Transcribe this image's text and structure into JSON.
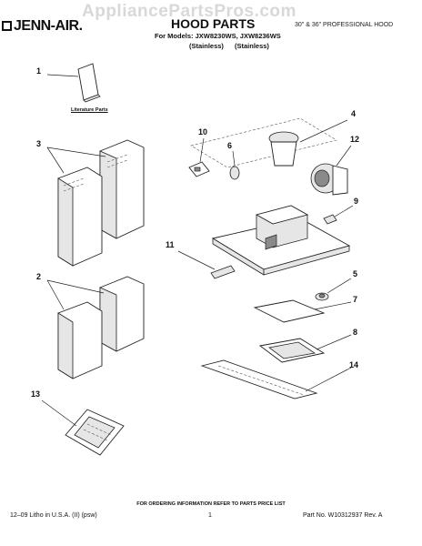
{
  "watermark": "AppliancePartsPros.com",
  "logo": {
    "text": "JENN-AIR."
  },
  "header": {
    "title": "HOOD PARTS",
    "right_text": "30\" & 36\" PROFESSIONAL HOOD",
    "models_line": "For Models: JXW8230WS, JXW8236WS",
    "variant_1": "(Stainless)",
    "variant_2": "(Stainless)"
  },
  "callouts": {
    "c1": "1",
    "c2": "2",
    "c3": "3",
    "c4": "4",
    "c5": "5",
    "c6": "6",
    "c7": "7",
    "c8": "8",
    "c9": "9",
    "c10": "10",
    "c11": "11",
    "c12": "12",
    "c13": "13",
    "c14": "14"
  },
  "literature_label": "Literature Parts",
  "footer": {
    "note": "FOR ORDERING INFORMATION REFER TO PARTS PRICE LIST",
    "left": "12–09 Litho in U.S.A. (II) (psw)",
    "page": "1",
    "right": "Part No. W10312937 Rev. A"
  }
}
